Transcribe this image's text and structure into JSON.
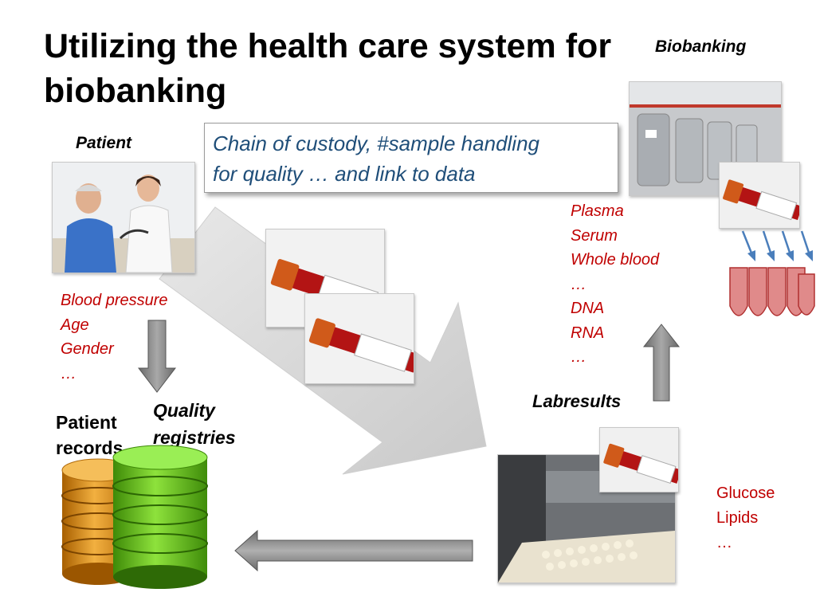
{
  "slide": {
    "title": "Utilizing the health care system for biobanking",
    "biobanking_label": "Biobanking",
    "patient_label": "Patient",
    "callout_line1": "Chain of custody, #sample handling",
    "callout_line2": "for quality … and link to data",
    "patient_data": [
      "Blood pressure",
      "Age",
      "Gender",
      "…"
    ],
    "sample_types": [
      "Plasma",
      "Serum",
      "Whole blood",
      "…",
      "DNA",
      "RNA",
      "…"
    ],
    "labresults_label": "Labresults",
    "lab_values": [
      "Glucose",
      "Lipids",
      "…"
    ],
    "patient_records_line1": "Patient",
    "patient_records_line2": "records",
    "quality_registries_line1": "Quality",
    "quality_registries_line2": "registries"
  },
  "colors": {
    "title": "#000000",
    "callout_text": "#1f4e79",
    "red_text": "#c00000",
    "big_arrow": "#d9d9d9",
    "gray_arrow": "#7f7f7f",
    "blue_arrows": "#4a7ebb",
    "tube_fill": "#e08a8a",
    "db_orange": "#e69a1e",
    "db_green": "#66c21c"
  }
}
